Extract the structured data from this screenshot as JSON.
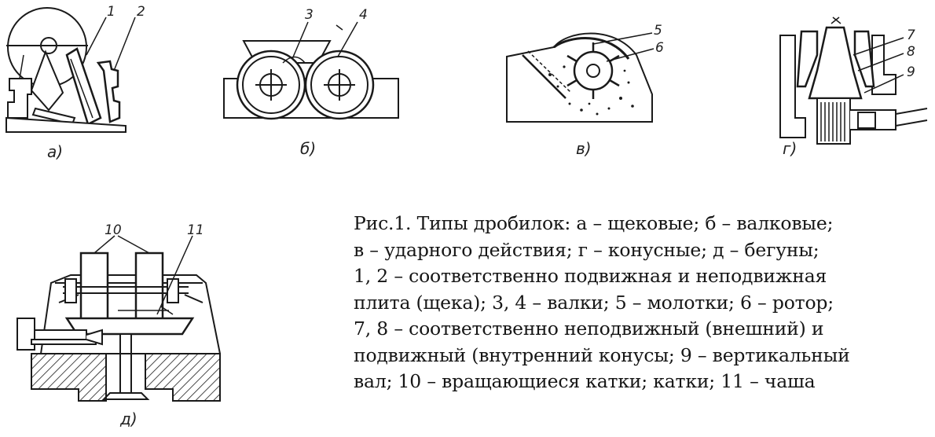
{
  "figures": {
    "a": {
      "label": "а)",
      "parts": [
        "1",
        "2"
      ]
    },
    "b": {
      "label": "б)",
      "parts": [
        "3",
        "4"
      ]
    },
    "v": {
      "label": "в)",
      "parts": [
        "5",
        "6"
      ]
    },
    "g": {
      "label": "г)",
      "parts": [
        "7",
        "8",
        "9"
      ]
    },
    "d": {
      "label": "д)",
      "parts": [
        "10",
        "11"
      ]
    }
  },
  "caption": {
    "lines": [
      "Рис.1. Типы дробилок: а – щековые; б – валковые;",
      "в – ударного действия; г – конусные; д – бегуны;",
      "1, 2 – соответственно подвижная и неподвижная",
      "плита (щека); 3, 4 – валки; 5 – молотки; 6 – ротор;",
      "7, 8 – соответственно неподвижный (внешний) и",
      "подвижный (внутренний конусы; 9 – вертикальный",
      "вал; 10 –  вращающиеся катки;  катки; 11 – чаша"
    ]
  }
}
